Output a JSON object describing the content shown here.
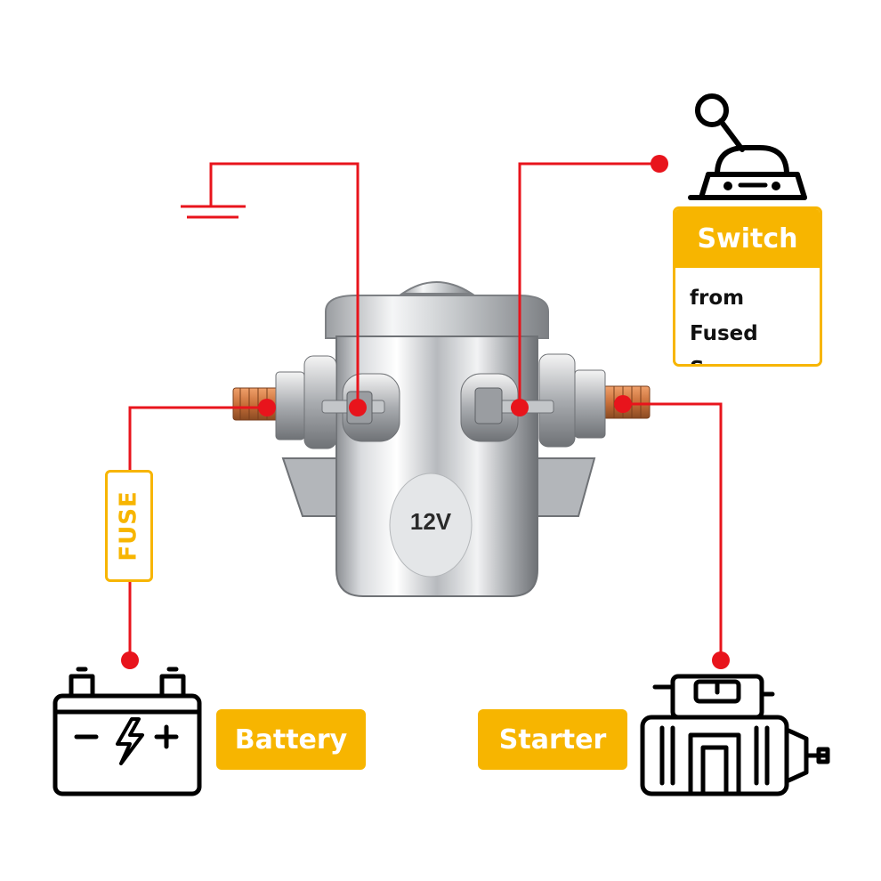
{
  "labels": {
    "switch": "Switch",
    "switch_description": "from Fused Source",
    "battery": "Battery",
    "starter": "Starter",
    "fuse": "FUSE",
    "solenoid_voltage": "12V"
  },
  "icons": {
    "ground": "ground-icon",
    "switch": "lever-switch-icon",
    "battery": "battery-icon",
    "starter": "starter-motor-icon",
    "solenoid": "solenoid-relay"
  },
  "colors": {
    "wire": "#e8141c",
    "label_fill": "#f7b500",
    "label_text": "#ffffff",
    "terminal_copper": "#c9703a"
  }
}
